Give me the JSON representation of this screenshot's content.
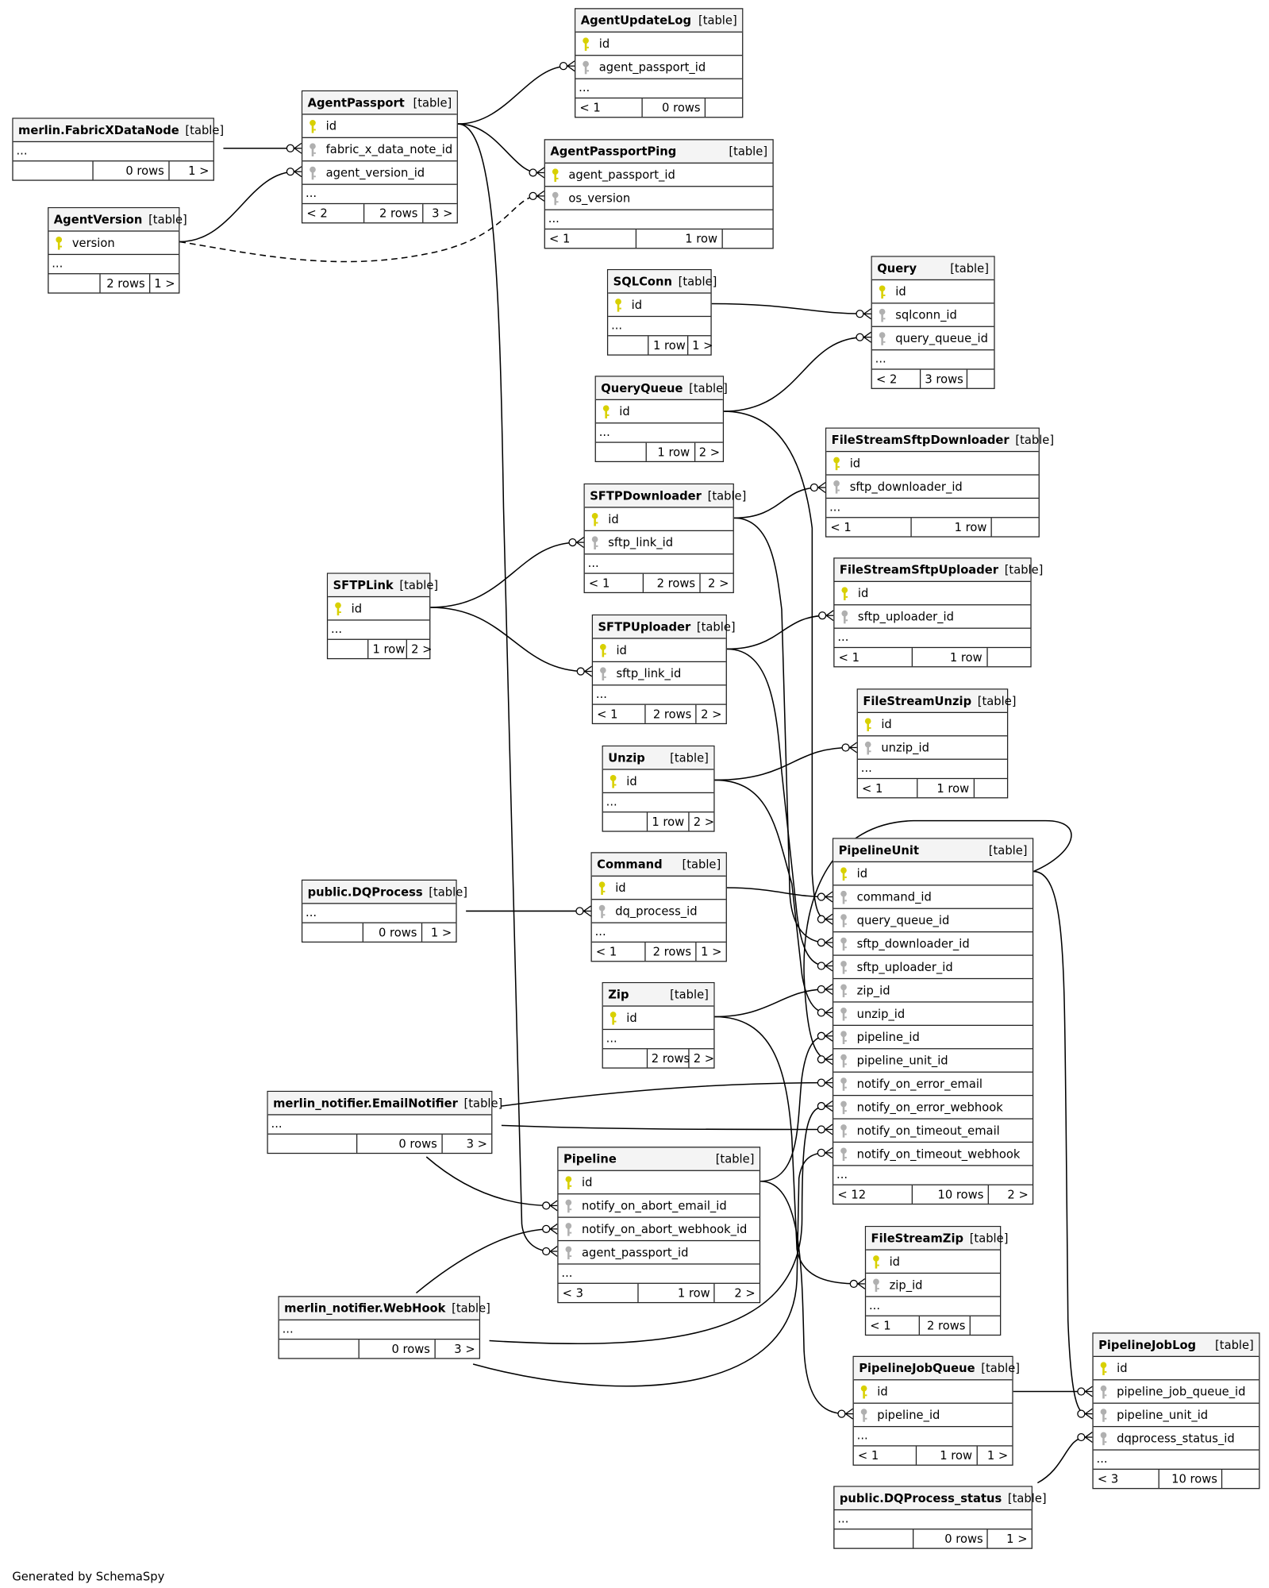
{
  "table_type_label": "[table]",
  "ellipsis": "...",
  "colors": {
    "primary_key": "#d8d000",
    "foreign_key": "#b0b0b0",
    "border": "#222222",
    "header_bg": "#f4f4f4"
  },
  "tables": [
    {
      "name": "AgentUpdateLog",
      "columns": [
        {
          "name": "id",
          "key": "pk"
        },
        {
          "name": "agent_passport_id",
          "key": "fk"
        }
      ],
      "footer": {
        "parents": "< 1",
        "rows": "0 rows",
        "children": ""
      }
    },
    {
      "name": "merlin.FabricXDataNode",
      "columns": [],
      "footer": {
        "parents": "",
        "rows": "0 rows",
        "children": "1 >"
      }
    },
    {
      "name": "AgentPassport",
      "columns": [
        {
          "name": "id",
          "key": "pk"
        },
        {
          "name": "fabric_x_data_note_id",
          "key": "fk"
        },
        {
          "name": "agent_version_id",
          "key": "fk"
        }
      ],
      "footer": {
        "parents": "< 2",
        "rows": "2 rows",
        "children": "3 >"
      }
    },
    {
      "name": "AgentPassportPing",
      "columns": [
        {
          "name": "agent_passport_id",
          "key": "pk"
        },
        {
          "name": "os_version",
          "key": "fk"
        }
      ],
      "footer": {
        "parents": "< 1",
        "rows": "1 row",
        "children": ""
      }
    },
    {
      "name": "AgentVersion",
      "columns": [
        {
          "name": "version",
          "key": "pk"
        }
      ],
      "footer": {
        "parents": "",
        "rows": "2 rows",
        "children": "1 >"
      }
    },
    {
      "name": "SQLConn",
      "columns": [
        {
          "name": "id",
          "key": "pk"
        }
      ],
      "footer": {
        "parents": "",
        "rows": "1 row",
        "children": "1 >"
      }
    },
    {
      "name": "Query",
      "columns": [
        {
          "name": "id",
          "key": "pk"
        },
        {
          "name": "sqlconn_id",
          "key": "fk"
        },
        {
          "name": "query_queue_id",
          "key": "fk"
        }
      ],
      "footer": {
        "parents": "< 2",
        "rows": "3 rows",
        "children": ""
      }
    },
    {
      "name": "QueryQueue",
      "columns": [
        {
          "name": "id",
          "key": "pk"
        }
      ],
      "footer": {
        "parents": "",
        "rows": "1 row",
        "children": "2 >"
      }
    },
    {
      "name": "FileStreamSftpDownloader",
      "columns": [
        {
          "name": "id",
          "key": "pk"
        },
        {
          "name": "sftp_downloader_id",
          "key": "fk"
        }
      ],
      "footer": {
        "parents": "< 1",
        "rows": "1 row",
        "children": ""
      }
    },
    {
      "name": "SFTPDownloader",
      "columns": [
        {
          "name": "id",
          "key": "pk"
        },
        {
          "name": "sftp_link_id",
          "key": "fk"
        }
      ],
      "footer": {
        "parents": "< 1",
        "rows": "2 rows",
        "children": "2 >"
      }
    },
    {
      "name": "FileStreamSftpUploader",
      "columns": [
        {
          "name": "id",
          "key": "pk"
        },
        {
          "name": "sftp_uploader_id",
          "key": "fk"
        }
      ],
      "footer": {
        "parents": "< 1",
        "rows": "1 row",
        "children": ""
      }
    },
    {
      "name": "SFTPLink",
      "columns": [
        {
          "name": "id",
          "key": "pk"
        }
      ],
      "footer": {
        "parents": "",
        "rows": "1 row",
        "children": "2 >"
      }
    },
    {
      "name": "SFTPUploader",
      "columns": [
        {
          "name": "id",
          "key": "pk"
        },
        {
          "name": "sftp_link_id",
          "key": "fk"
        }
      ],
      "footer": {
        "parents": "< 1",
        "rows": "2 rows",
        "children": "2 >"
      }
    },
    {
      "name": "FileStreamUnzip",
      "columns": [
        {
          "name": "id",
          "key": "pk"
        },
        {
          "name": "unzip_id",
          "key": "fk"
        }
      ],
      "footer": {
        "parents": "< 1",
        "rows": "1 row",
        "children": ""
      }
    },
    {
      "name": "Unzip",
      "columns": [
        {
          "name": "id",
          "key": "pk"
        }
      ],
      "footer": {
        "parents": "",
        "rows": "1 row",
        "children": "2 >"
      }
    },
    {
      "name": "PipelineUnit",
      "columns": [
        {
          "name": "id",
          "key": "pk"
        },
        {
          "name": "command_id",
          "key": "fk"
        },
        {
          "name": "query_queue_id",
          "key": "fk"
        },
        {
          "name": "sftp_downloader_id",
          "key": "fk"
        },
        {
          "name": "sftp_uploader_id",
          "key": "fk"
        },
        {
          "name": "zip_id",
          "key": "fk"
        },
        {
          "name": "unzip_id",
          "key": "fk"
        },
        {
          "name": "pipeline_id",
          "key": "fk"
        },
        {
          "name": "pipeline_unit_id",
          "key": "fk"
        },
        {
          "name": "notify_on_error_email",
          "key": "fk"
        },
        {
          "name": "notify_on_error_webhook",
          "key": "fk"
        },
        {
          "name": "notify_on_timeout_email",
          "key": "fk"
        },
        {
          "name": "notify_on_timeout_webhook",
          "key": "fk"
        }
      ],
      "footer": {
        "parents": "< 12",
        "rows": "10 rows",
        "children": "2 >"
      }
    },
    {
      "name": "public.DQProcess",
      "columns": [],
      "footer": {
        "parents": "",
        "rows": "0 rows",
        "children": "1 >"
      }
    },
    {
      "name": "Command",
      "columns": [
        {
          "name": "id",
          "key": "pk"
        },
        {
          "name": "dq_process_id",
          "key": "fk"
        }
      ],
      "footer": {
        "parents": "< 1",
        "rows": "2 rows",
        "children": "1 >"
      }
    },
    {
      "name": "Zip",
      "columns": [
        {
          "name": "id",
          "key": "pk"
        }
      ],
      "footer": {
        "parents": "",
        "rows": "2 rows",
        "children": "2 >"
      }
    },
    {
      "name": "merlin_notifier.EmailNotifier",
      "columns": [],
      "footer": {
        "parents": "",
        "rows": "0 rows",
        "children": "3 >"
      }
    },
    {
      "name": "Pipeline",
      "columns": [
        {
          "name": "id",
          "key": "pk"
        },
        {
          "name": "notify_on_abort_email_id",
          "key": "fk"
        },
        {
          "name": "notify_on_abort_webhook_id",
          "key": "fk"
        },
        {
          "name": "agent_passport_id",
          "key": "fk"
        }
      ],
      "footer": {
        "parents": "< 3",
        "rows": "1 row",
        "children": "2 >"
      }
    },
    {
      "name": "FileStreamZip",
      "columns": [
        {
          "name": "id",
          "key": "pk"
        },
        {
          "name": "zip_id",
          "key": "fk"
        }
      ],
      "footer": {
        "parents": "< 1",
        "rows": "2 rows",
        "children": ""
      }
    },
    {
      "name": "merlin_notifier.WebHook",
      "columns": [],
      "footer": {
        "parents": "",
        "rows": "0 rows",
        "children": "3 >"
      }
    },
    {
      "name": "PipelineJobLog",
      "columns": [
        {
          "name": "id",
          "key": "pk"
        },
        {
          "name": "pipeline_job_queue_id",
          "key": "fk"
        },
        {
          "name": "pipeline_unit_id",
          "key": "fk"
        },
        {
          "name": "dqprocess_status_id",
          "key": "fk"
        }
      ],
      "footer": {
        "parents": "< 3",
        "rows": "10 rows",
        "children": ""
      }
    },
    {
      "name": "PipelineJobQueue",
      "columns": [
        {
          "name": "id",
          "key": "pk"
        },
        {
          "name": "pipeline_id",
          "key": "fk"
        }
      ],
      "footer": {
        "parents": "< 1",
        "rows": "1 row",
        "children": "1 >"
      }
    },
    {
      "name": "public.DQProcess_status",
      "columns": [],
      "footer": {
        "parents": "",
        "rows": "0 rows",
        "children": "1 >"
      }
    }
  ],
  "footer_text": "Generated by SchemaSpy"
}
